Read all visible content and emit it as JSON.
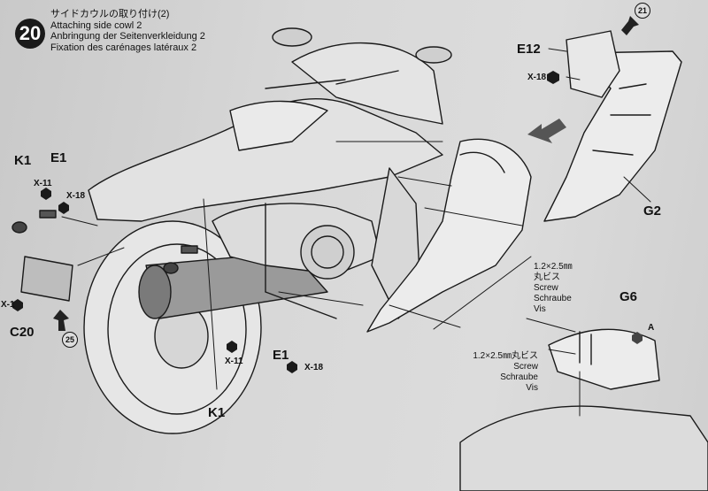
{
  "step": {
    "number": "20",
    "title_jp": "サイドカウルの取り付け(2)",
    "title_en": "Attaching side cowl 2",
    "title_de": "Anbringung der Seitenverkleidung 2",
    "title_fr": "Fixation des carénages latéraux 2"
  },
  "parts": {
    "e12": "E12",
    "g2": "G2",
    "g6": "G6",
    "k1_left": "K1",
    "e1_left": "E1",
    "c20": "C20",
    "e1_bottom": "E1",
    "k1_bottom": "K1",
    "a_marker": "A"
  },
  "fasteners": {
    "x18_top": "X-18",
    "x11_left": "X-11",
    "x18_left": "X-18",
    "x1": "X-1",
    "x11_bottom": "X-11",
    "x18_bottom": "X-18"
  },
  "refs": {
    "ref21": "21",
    "ref25": "25"
  },
  "screw_spec_1": {
    "size": "1.2×2.5㎜",
    "jp": "丸ビス",
    "en": "Screw",
    "de": "Schraube",
    "fr": "Vis"
  },
  "screw_spec_2": {
    "size": "1.2×2.5㎜丸ビス",
    "en": "Screw",
    "de": "Schraube",
    "fr": "Vis"
  }
}
